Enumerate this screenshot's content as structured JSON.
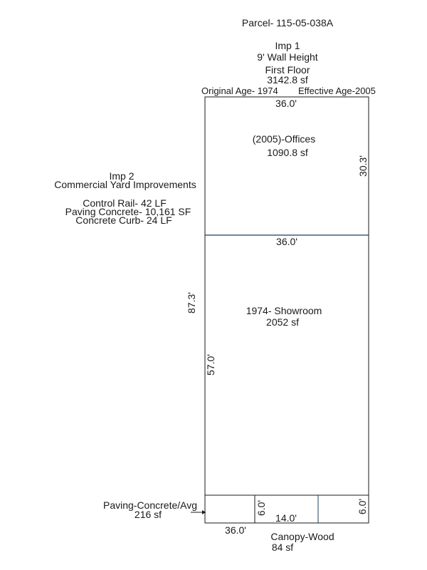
{
  "header": {
    "parcel": "Parcel- 115-05-038A",
    "imp": "Imp 1",
    "wall_height": "9' Wall Height",
    "floor": "First Floor",
    "floor_area": "3142.8 sf",
    "original_age": "Original Age-  1974",
    "effective_age": "Effective Age-2005"
  },
  "imp2": {
    "title": "Imp 2",
    "subtitle": "Commercial Yard Improvements",
    "items": [
      "Control Rail- 42 LF",
      "Paving Concrete- 10,161   SF",
      "Concrete Curb- 24   LF"
    ]
  },
  "offices": {
    "name": "(2005)-Offices",
    "area": "1090.8 sf",
    "width": "36.0'",
    "depth": "30.3'"
  },
  "showroom": {
    "name": "1974- Showroom",
    "area": "2052 sf",
    "width": "36.0'",
    "depth": "57.0'"
  },
  "total_depth": "87.3'",
  "paving": {
    "name": "Paving-Concrete/Avg",
    "area": "216 sf",
    "width": "36.0'"
  },
  "canopy": {
    "name": "Canopy-Wood",
    "area": "84 sf",
    "width": "14.0'",
    "depth_left": "6.0'",
    "depth_right": "6.0'"
  },
  "colors": {
    "building_line": "#1a1a1a",
    "divider_line": "#1f3d5c",
    "arrow": "#1a1a1a"
  }
}
